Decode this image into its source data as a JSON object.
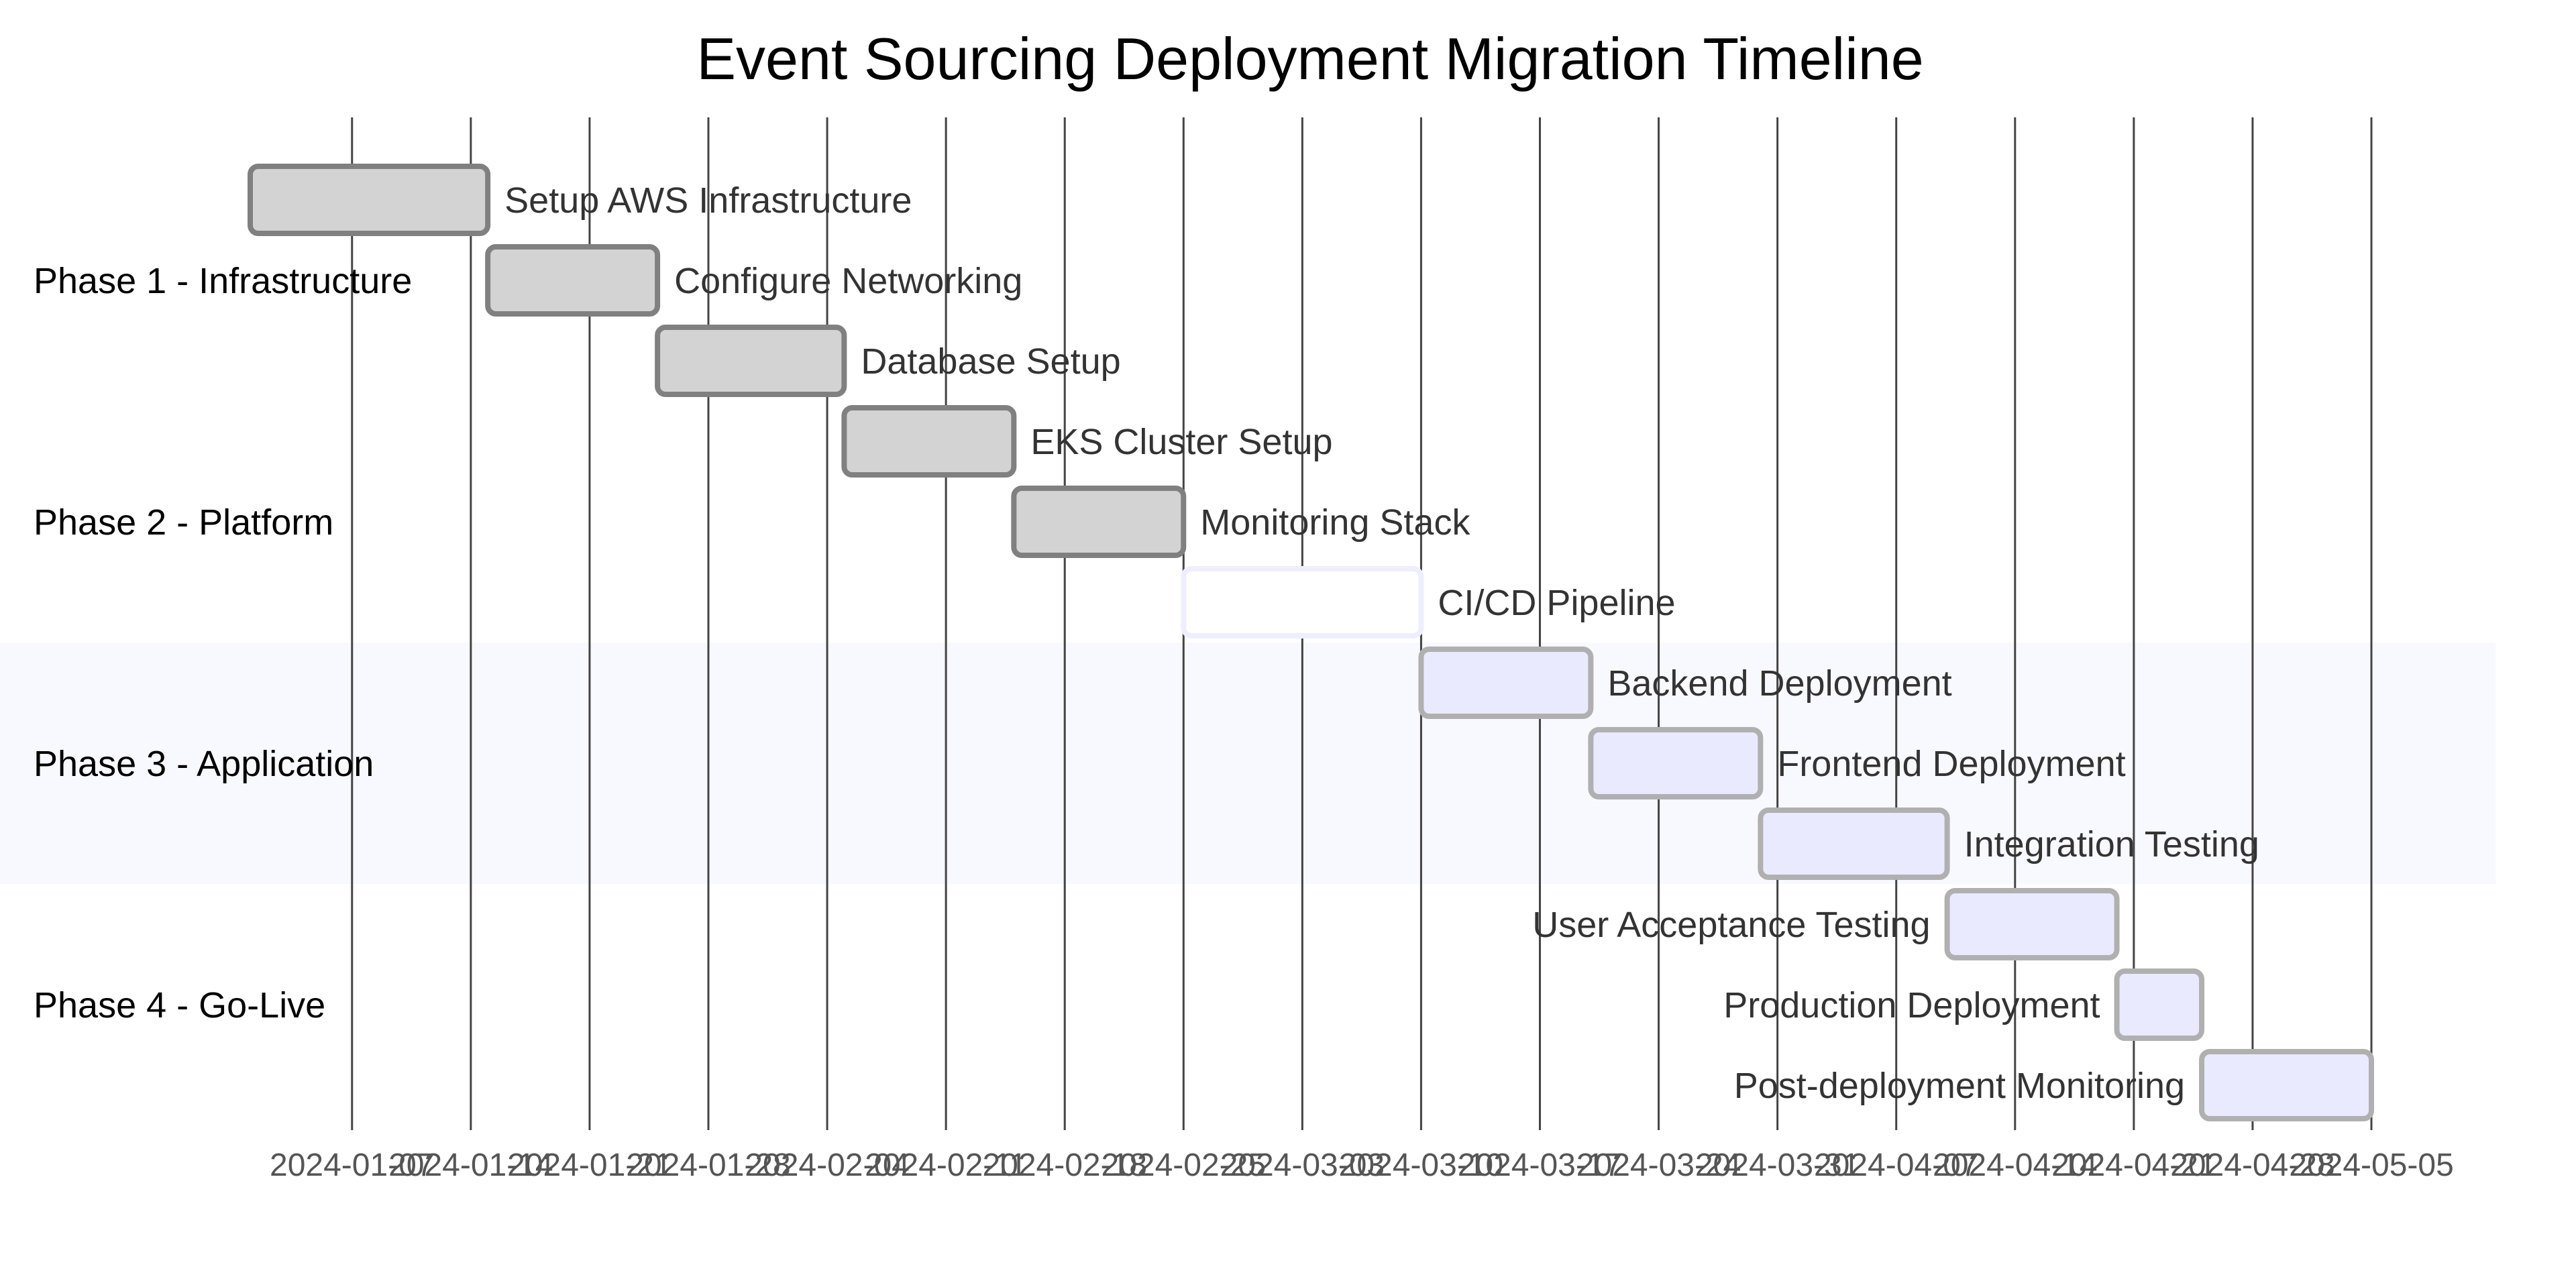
{
  "chart_data": {
    "type": "gantt",
    "title": "Event Sourcing Deployment Migration Timeline",
    "x_axis": {
      "min": "2024-01-01",
      "max": "2024-05-05",
      "ticks": [
        "2024-01-07",
        "2024-01-14",
        "2024-01-21",
        "2024-01-28",
        "2024-02-04",
        "2024-02-11",
        "2024-02-18",
        "2024-02-25",
        "2024-03-03",
        "2024-03-10",
        "2024-03-17",
        "2024-03-24",
        "2024-03-31",
        "2024-04-07",
        "2024-04-14",
        "2024-04-21",
        "2024-04-28",
        "2024-05-05"
      ]
    },
    "grid": true,
    "colors": {
      "done_fill": "#d3d3d3",
      "done_stroke": "#808080",
      "active_fill": "#ffffff",
      "active_stroke": "#eeeeff",
      "future_fill": "#eaeaff",
      "future_stroke": "#b0b0b0",
      "section_band": "#f8f8ff"
    },
    "sections": [
      {
        "name": "Phase 1 - Infrastructure",
        "shaded": false,
        "tasks": [
          0,
          1,
          2
        ]
      },
      {
        "name": "Phase 2 - Platform",
        "shaded": false,
        "tasks": [
          3,
          4,
          5
        ]
      },
      {
        "name": "Phase 3 - Application",
        "shaded": true,
        "tasks": [
          6,
          7,
          8
        ]
      },
      {
        "name": "Phase 4 - Go-Live",
        "shaded": false,
        "tasks": [
          9,
          10,
          11
        ]
      }
    ],
    "tasks": [
      {
        "name": "Setup AWS Infrastructure",
        "start": "2024-01-01",
        "end": "2024-01-15",
        "status": "done",
        "label_side": "right"
      },
      {
        "name": "Configure Networking",
        "start": "2024-01-15",
        "end": "2024-01-25",
        "status": "done",
        "label_side": "right"
      },
      {
        "name": "Database Setup",
        "start": "2024-01-25",
        "end": "2024-02-05",
        "status": "done",
        "label_side": "right"
      },
      {
        "name": "EKS Cluster Setup",
        "start": "2024-02-05",
        "end": "2024-02-15",
        "status": "done",
        "label_side": "right"
      },
      {
        "name": "Monitoring Stack",
        "start": "2024-02-15",
        "end": "2024-02-25",
        "status": "done",
        "label_side": "right"
      },
      {
        "name": "CI/CD Pipeline",
        "start": "2024-02-25",
        "end": "2024-03-10",
        "status": "active",
        "label_side": "right"
      },
      {
        "name": "Backend Deployment",
        "start": "2024-03-10",
        "end": "2024-03-20",
        "status": "future",
        "label_side": "right"
      },
      {
        "name": "Frontend Deployment",
        "start": "2024-03-20",
        "end": "2024-03-30",
        "status": "future",
        "label_side": "right"
      },
      {
        "name": "Integration Testing",
        "start": "2024-03-30",
        "end": "2024-04-10",
        "status": "future",
        "label_side": "right"
      },
      {
        "name": "User Acceptance Testing",
        "start": "2024-04-10",
        "end": "2024-04-20",
        "status": "future",
        "label_side": "left"
      },
      {
        "name": "Production Deployment",
        "start": "2024-04-20",
        "end": "2024-04-25",
        "status": "future",
        "label_side": "left"
      },
      {
        "name": "Post-deployment Monitoring",
        "start": "2024-04-25",
        "end": "2024-05-05",
        "status": "future",
        "label_side": "left"
      }
    ]
  }
}
